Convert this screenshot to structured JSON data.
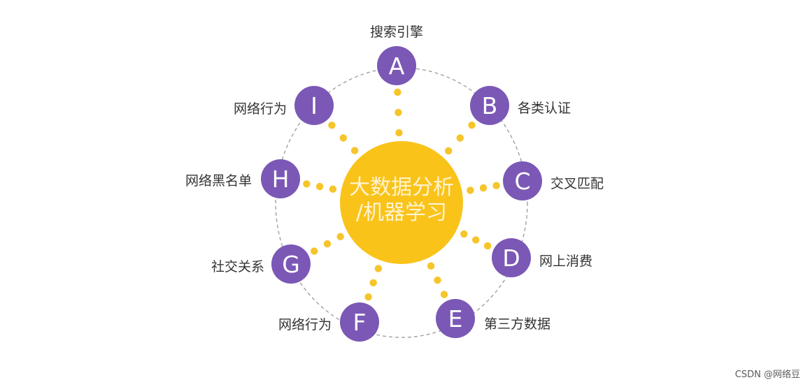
{
  "center": {
    "line1": "大数据分析",
    "line2": "/机器学习"
  },
  "nodes": [
    {
      "letter": "A",
      "label": "搜索引擎"
    },
    {
      "letter": "B",
      "label": "各类认证"
    },
    {
      "letter": "C",
      "label": "交叉匹配"
    },
    {
      "letter": "D",
      "label": "网上消费"
    },
    {
      "letter": "E",
      "label": "第三方数据"
    },
    {
      "letter": "F",
      "label": "网络行为"
    },
    {
      "letter": "G",
      "label": "社交关系"
    },
    {
      "letter": "H",
      "label": "网络黑名单"
    },
    {
      "letter": "I",
      "label": "网络行为"
    }
  ],
  "watermark": "CSDN @网络豆",
  "colors": {
    "node": "#7B58B5",
    "center": "#F9C31A",
    "dots": "#F5C52A",
    "ring": "#9a9a9a",
    "center_text": "#fff3d2",
    "label_text": "#333333"
  }
}
